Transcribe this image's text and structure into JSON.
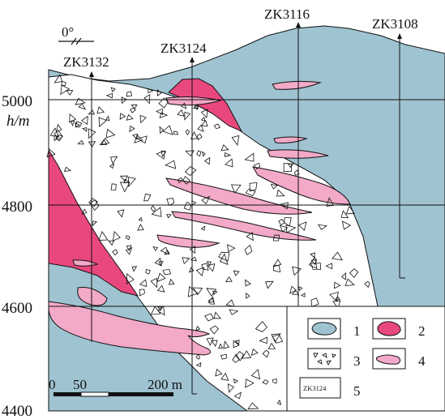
{
  "colors": {
    "country_rock": "#9fc3d1",
    "intrusion": "#e9487e",
    "ore_body": "#f3a9c8",
    "breccia_bg": "#ffffff",
    "line": "#111111"
  },
  "orientation": {
    "label": "0°"
  },
  "elevation_axis": {
    "unit_label": "h/m",
    "ticks": [
      "5000",
      "4800",
      "4600",
      "4400"
    ]
  },
  "drillholes": [
    {
      "id": "ZK3132"
    },
    {
      "id": "ZK3124"
    },
    {
      "id": "ZK3116"
    },
    {
      "id": "ZK3108"
    }
  ],
  "scale_bar": {
    "labels": [
      "0",
      "50",
      "200 m"
    ]
  },
  "legend": {
    "items": [
      {
        "number": "1",
        "symbol": "country-rock"
      },
      {
        "number": "2",
        "symbol": "intrusion"
      },
      {
        "number": "3",
        "symbol": "breccia"
      },
      {
        "number": "4",
        "symbol": "ore-body"
      },
      {
        "number": "5",
        "symbol": "drillhole-label",
        "sample_text": "ZK3124"
      }
    ]
  }
}
